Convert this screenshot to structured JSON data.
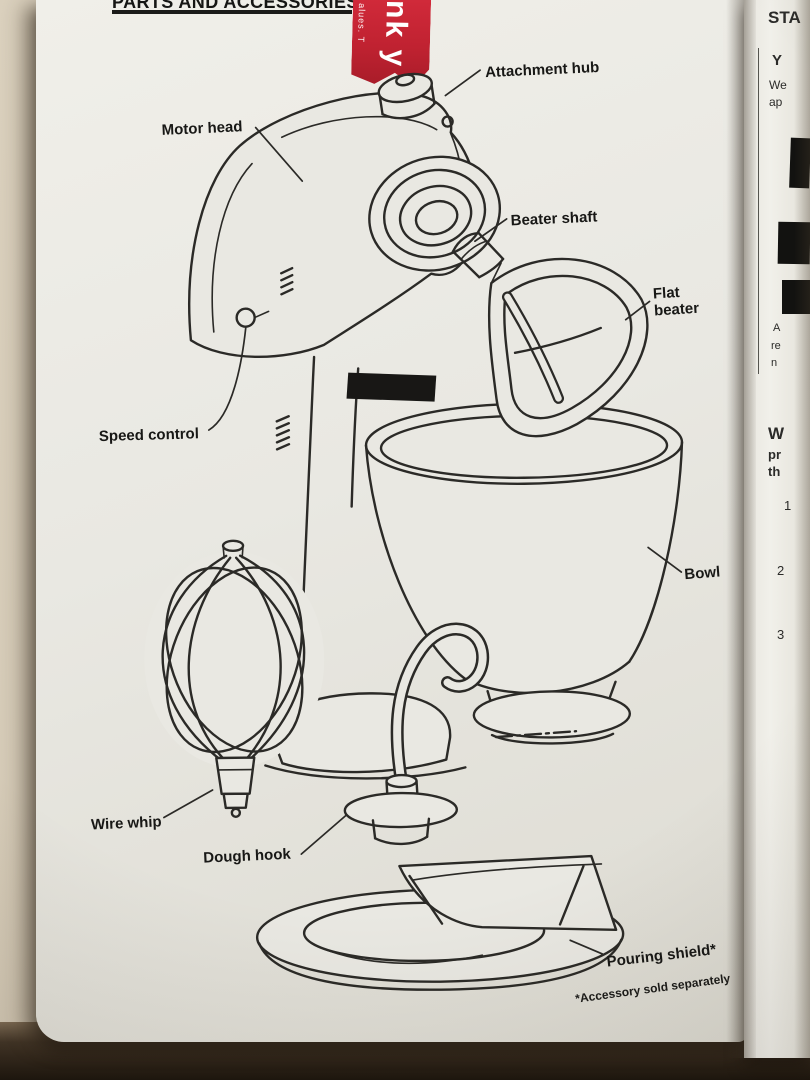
{
  "photo": {
    "left_page_header": "PARTS AND ACCESSORIES",
    "ribbon": {
      "large_text": "nk y",
      "small_text": "alues. T"
    },
    "diagram_labels": {
      "attachment_hub": "Attachment hub",
      "motor_head": "Motor head",
      "beater_shaft": "Beater shaft",
      "flat_beater": "Flat\nbeater",
      "speed_control": "Speed control",
      "bowl": "Bowl",
      "wire_whip": "Wire whip",
      "dough_hook": "Dough hook",
      "pouring_shield": "Pouring shield*",
      "footnote": "*Accessory sold separately"
    },
    "right_page": {
      "heading_fragment": "STA",
      "para1_fragments": [
        "Y",
        "We",
        "ap"
      ],
      "para2_fragments": [
        "A",
        "re",
        "n"
      ],
      "para3_fragments": [
        "W",
        "pr",
        "th"
      ],
      "step_numbers": [
        "1",
        "2",
        "3"
      ]
    },
    "colors": {
      "ribbon_red": "#c02231",
      "paper": "#e9e8e2",
      "table_tan": "#cfc4b0",
      "table_dark": "#1c150d",
      "ink": "#2b2a27"
    }
  }
}
